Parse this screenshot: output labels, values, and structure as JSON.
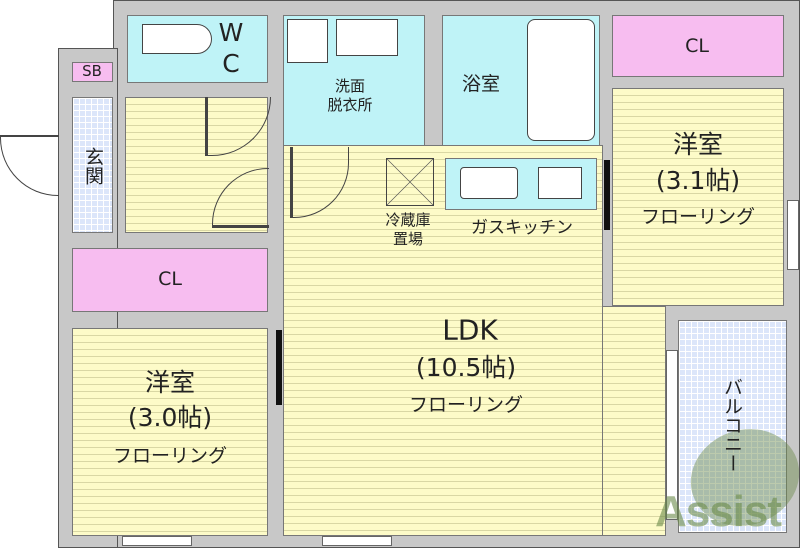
{
  "rooms": {
    "wc": {
      "line1": "W",
      "line2": "C"
    },
    "washroom": {
      "line1": "洗面",
      "line2": "脱衣所"
    },
    "bath": {
      "label": "浴室"
    },
    "closet_right": {
      "label": "CL"
    },
    "bedroom_right": {
      "name": "洋室",
      "size": "(3.1帖)",
      "floor": "フローリング"
    },
    "fridge": {
      "line1": "冷蔵庫",
      "line2": "置場"
    },
    "kitchen": {
      "label": "ガスキッチン"
    },
    "ldk": {
      "name": "LDK",
      "size": "(10.5帖)",
      "floor": "フローリング"
    },
    "closet_left": {
      "label": "CL"
    },
    "bedroom_left": {
      "name": "洋室",
      "size": "(3.0帖)",
      "floor": "フローリング"
    },
    "shoebox": {
      "label": "SB"
    },
    "entrance": {
      "label": "玄関"
    },
    "balcony": {
      "label": "バルコニー"
    }
  },
  "watermark": {
    "text": "Assist"
  },
  "colors": {
    "floor": "#fdfbc8",
    "wet": "#bff3f7",
    "closet": "#f7bdf0",
    "tile": "#dce6fa",
    "wall": "#c8c8c8",
    "watermark": "#6b8a4a"
  }
}
